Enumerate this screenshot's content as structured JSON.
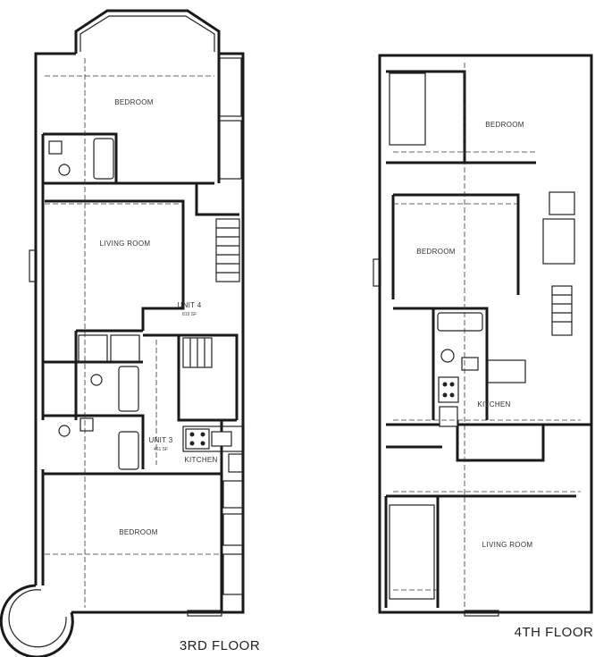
{
  "floors": [
    {
      "title": "3RD FLOOR",
      "rooms": {
        "bedroom_top": "BEDROOM",
        "living_room": "LIVING ROOM",
        "unit4": "UNIT 4",
        "unit4_area": "819 SF",
        "unit3": "UNIT 3",
        "unit3_area": "461 SF",
        "kitchen": "KITCHEN",
        "bedroom_bottom": "BEDROOM"
      }
    },
    {
      "title": "4TH FLOOR",
      "rooms": {
        "bedroom_top": "BEDROOM",
        "bedroom_middle": "BEDROOM",
        "kitchen": "KITCHEN",
        "living_room": "LIVING ROOM"
      }
    }
  ]
}
